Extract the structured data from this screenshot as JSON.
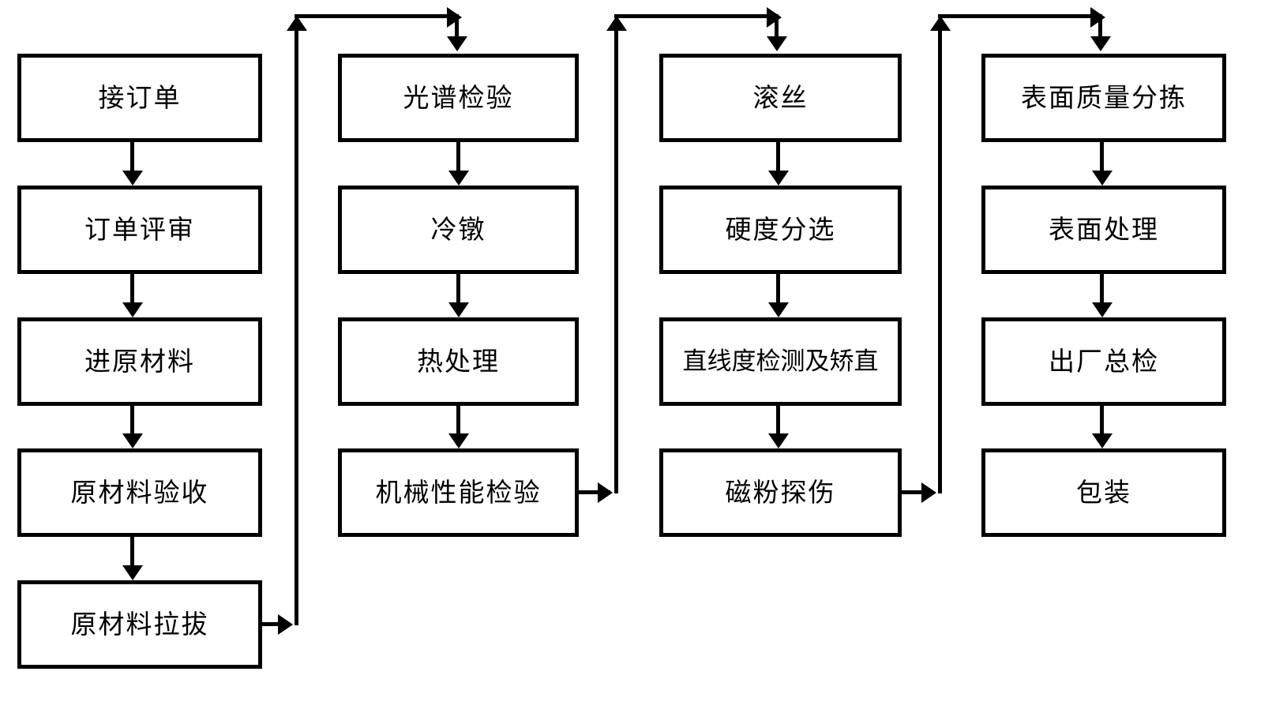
{
  "diagram": {
    "type": "flowchart",
    "title": "",
    "orientation": "column-snake",
    "background_color": "#ffffff",
    "line_color": "#000000",
    "box_fill": "#ffffff",
    "columns": [
      {
        "index": 1,
        "nodes": [
          {
            "id": "n1",
            "label": "接订单"
          },
          {
            "id": "n2",
            "label": "订单评审"
          },
          {
            "id": "n3",
            "label": "进原材料"
          },
          {
            "id": "n4",
            "label": "原材料验收"
          },
          {
            "id": "n5",
            "label": "原材料拉拔"
          }
        ]
      },
      {
        "index": 2,
        "nodes": [
          {
            "id": "n6",
            "label": "光谱检验"
          },
          {
            "id": "n7",
            "label": "冷镦"
          },
          {
            "id": "n8",
            "label": "热处理"
          },
          {
            "id": "n9",
            "label": "机械性能检验"
          }
        ]
      },
      {
        "index": 3,
        "nodes": [
          {
            "id": "n10",
            "label": "滚丝"
          },
          {
            "id": "n11",
            "label": "硬度分选"
          },
          {
            "id": "n12",
            "label": "直线度检测及矫直"
          },
          {
            "id": "n13",
            "label": "磁粉探伤"
          }
        ]
      },
      {
        "index": 4,
        "nodes": [
          {
            "id": "n14",
            "label": "表面质量分拣"
          },
          {
            "id": "n15",
            "label": "表面处理"
          },
          {
            "id": "n16",
            "label": "出厂总检"
          },
          {
            "id": "n17",
            "label": "包装"
          }
        ]
      }
    ],
    "edges": [
      {
        "from": "n1",
        "to": "n2",
        "kind": "down"
      },
      {
        "from": "n2",
        "to": "n3",
        "kind": "down"
      },
      {
        "from": "n3",
        "to": "n4",
        "kind": "down"
      },
      {
        "from": "n4",
        "to": "n5",
        "kind": "down"
      },
      {
        "from": "n5",
        "to": "n6",
        "kind": "wrap"
      },
      {
        "from": "n6",
        "to": "n7",
        "kind": "down"
      },
      {
        "from": "n7",
        "to": "n8",
        "kind": "down"
      },
      {
        "from": "n8",
        "to": "n9",
        "kind": "down"
      },
      {
        "from": "n9",
        "to": "n10",
        "kind": "wrap"
      },
      {
        "from": "n10",
        "to": "n11",
        "kind": "down"
      },
      {
        "from": "n11",
        "to": "n12",
        "kind": "down"
      },
      {
        "from": "n12",
        "to": "n13",
        "kind": "down"
      },
      {
        "from": "n13",
        "to": "n14",
        "kind": "wrap"
      },
      {
        "from": "n14",
        "to": "n15",
        "kind": "down"
      },
      {
        "from": "n15",
        "to": "n16",
        "kind": "down"
      },
      {
        "from": "n16",
        "to": "n17",
        "kind": "down"
      }
    ]
  }
}
